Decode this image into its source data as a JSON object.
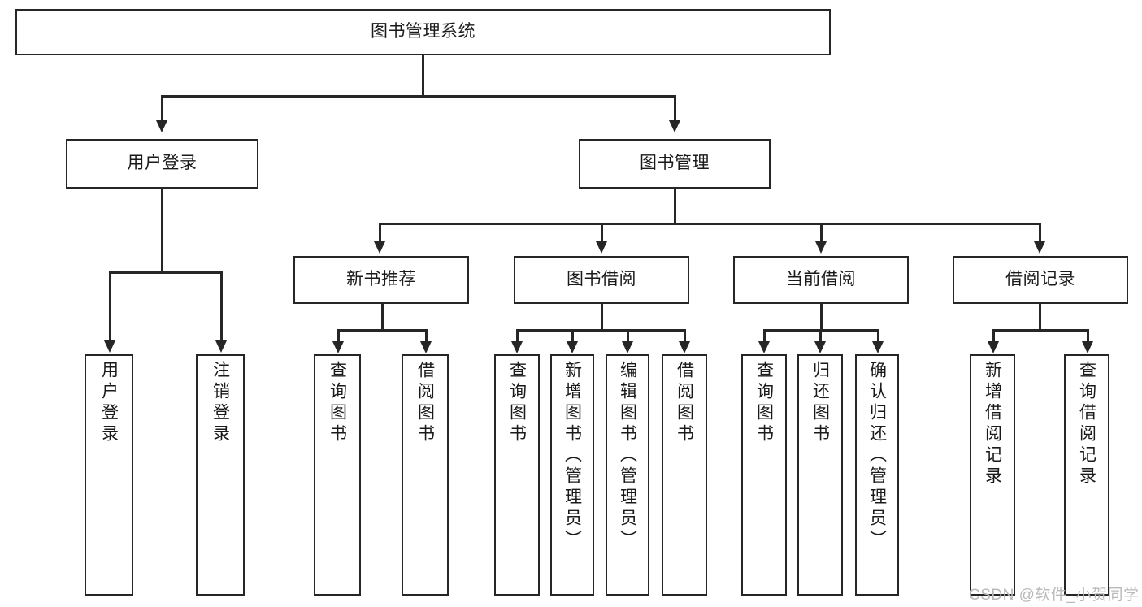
{
  "diagram": {
    "type": "tree-hierarchy-chart",
    "title": "图书管理系统",
    "root": {
      "label": "图书管理系统"
    },
    "level2": [
      {
        "label": "用户登录"
      },
      {
        "label": "图书管理"
      }
    ],
    "level3": [
      {
        "label": "新书推荐"
      },
      {
        "label": "图书借阅"
      },
      {
        "label": "当前借阅"
      },
      {
        "label": "借阅记录"
      }
    ],
    "leaves": {
      "user_login": [
        {
          "label": "用户登录"
        },
        {
          "label": "注销登录"
        }
      ],
      "new_book_recommend": [
        {
          "label": "查询图书"
        },
        {
          "label": "借阅图书"
        }
      ],
      "book_borrow": [
        {
          "label": "查询图书"
        },
        {
          "label": "新增图书（管理员）"
        },
        {
          "label": "编辑图书（管理员）"
        },
        {
          "label": "借阅图书"
        }
      ],
      "current_borrow": [
        {
          "label": "查询图书"
        },
        {
          "label": "归还图书"
        },
        {
          "label": "确认归还（管理员）"
        }
      ],
      "borrow_records": [
        {
          "label": "新增借阅记录"
        },
        {
          "label": "查询借阅记录"
        }
      ]
    },
    "watermark": "CSDN @软件_小贺同学",
    "colors": {
      "stroke": "#262626",
      "background": "#ffffff",
      "text": "#1a1a1a",
      "watermark": "#b9b9b9"
    }
  }
}
